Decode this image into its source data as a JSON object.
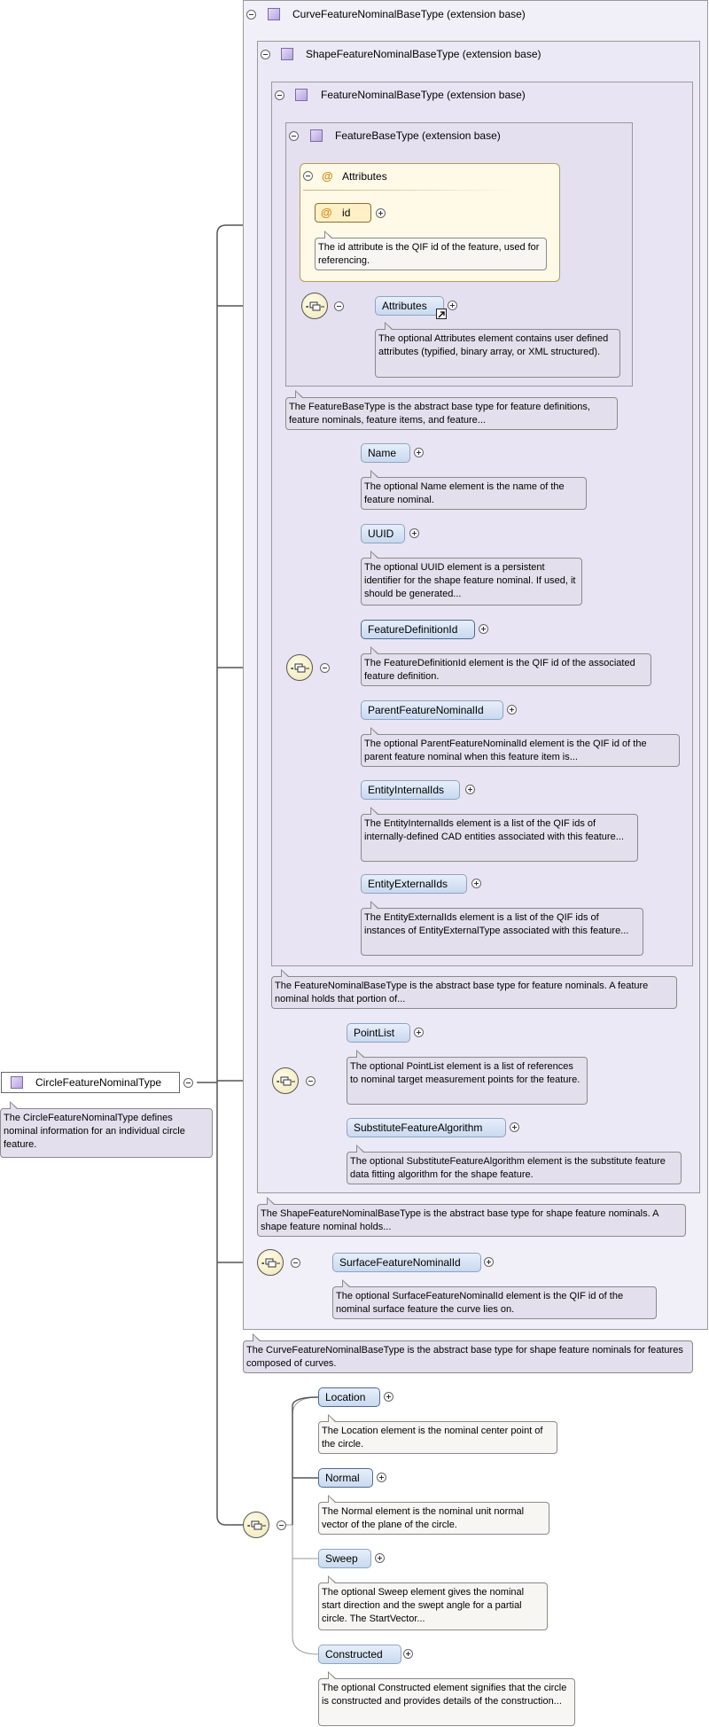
{
  "root": {
    "name": "CircleFeatureNominalType",
    "annotation": "The CircleFeatureNominalType defines nominal information for an individual circle feature."
  },
  "curve_base": {
    "title": "CurveFeatureNominalBaseType (extension base)",
    "annotation": "The CurveFeatureNominalBaseType is the abstract base type for shape feature nominals for features composed of curves."
  },
  "shape_base": {
    "title": "ShapeFeatureNominalBaseType (extension base)",
    "annotation": "The ShapeFeatureNominalBaseType is the abstract base type for shape feature nominals. A shape feature nominal holds..."
  },
  "nominal_base": {
    "title": "FeatureNominalBaseType (extension base)",
    "annotation": "The FeatureNominalBaseType is the abstract base type for feature nominals. A feature nominal holds that portion of..."
  },
  "feature_base": {
    "title": "FeatureBaseType (extension base)",
    "annotation": "The FeatureBaseType is the abstract base type for feature definitions, feature nominals, feature items, and feature..."
  },
  "attributes_group": {
    "title": "Attributes",
    "id_name": "id",
    "id_annotation": "The id attribute is the QIF id of the feature, used for referencing."
  },
  "elements": {
    "attributes": {
      "name": "Attributes",
      "annotation": "The optional Attributes element contains user defined attributes (typified, binary array, or XML structured)."
    },
    "name": {
      "name": "Name",
      "annotation": "The optional Name element is the name of the feature nominal."
    },
    "uuid": {
      "name": "UUID",
      "annotation": "The optional UUID element is a persistent identifier for the shape feature nominal. If used, it should be generated..."
    },
    "feature_definition_id": {
      "name": "FeatureDefinitionId",
      "annotation": "The FeatureDefinitionId element is the QIF id of the associated feature definition."
    },
    "parent_feature_nominal_id": {
      "name": "ParentFeatureNominalId",
      "annotation": "The optional ParentFeatureNominalId element is the QIF id of the parent feature nominal when this feature item is..."
    },
    "entity_internal_ids": {
      "name": "EntityInternalIds",
      "annotation": "The EntityInternalIds element is a list of the QIF ids of internally-defined CAD entities associated with this feature..."
    },
    "entity_external_ids": {
      "name": "EntityExternalIds",
      "annotation": "The EntityExternalIds element is a list of the QIF ids of instances of EntityExternalType associated with this feature..."
    },
    "point_list": {
      "name": "PointList",
      "annotation": "The optional PointList element is a list of references to nominal target measurement points for the feature."
    },
    "substitute_feature_algorithm": {
      "name": "SubstituteFeatureAlgorithm",
      "annotation": "The optional SubstituteFeatureAlgorithm element is the substitute feature data fitting algorithm for the shape feature."
    },
    "surface_feature_nominal_id": {
      "name": "SurfaceFeatureNominalId",
      "annotation": "The optional SurfaceFeatureNominalId element is the QIF id of the nominal surface feature the curve lies on."
    },
    "location": {
      "name": "Location",
      "annotation": "The Location element is the nominal center point of the circle."
    },
    "normal": {
      "name": "Normal",
      "annotation": "The Normal element is the nominal unit normal vector of the plane of the circle."
    },
    "sweep": {
      "name": "Sweep",
      "annotation": "The optional Sweep element gives the nominal start direction and the swept angle for a partial circle. The StartVector..."
    },
    "constructed": {
      "name": "Constructed",
      "annotation": "The optional Constructed element signifies that the circle is constructed and provides details of the construction..."
    }
  }
}
